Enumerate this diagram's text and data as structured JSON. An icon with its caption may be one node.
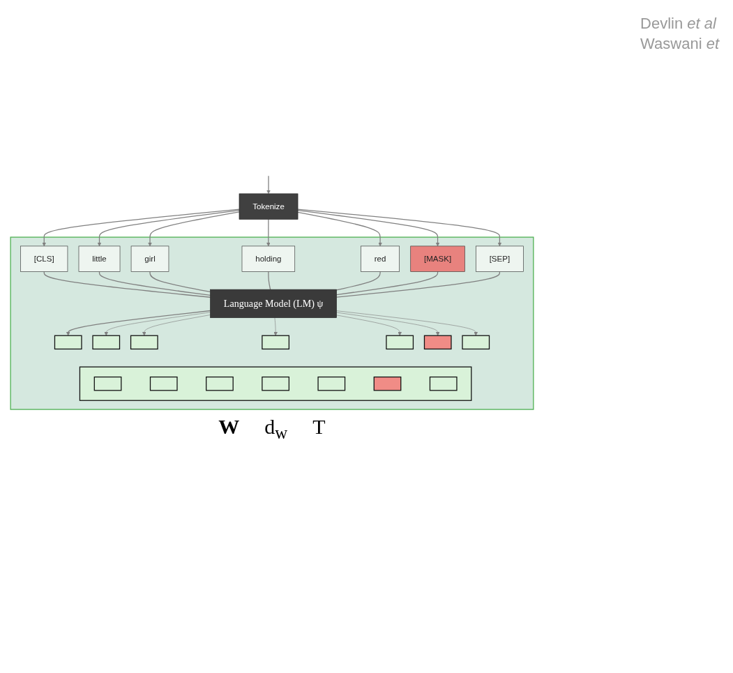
{
  "diagram": {
    "nodes": [
      {
        "text": [
          "Tokenize"
        ]
      },
      {
        "text": [],
        "shape": "box"
      },
      {
        "text": [
          "[CLS]"
        ],
        "in": 1
      },
      {
        "text": [
          "little"
        ],
        "in": 1
      },
      {
        "text": [
          "girl"
        ],
        "in": 1
      },
      {
        "text": [
          "holding"
        ],
        "in": 1
      },
      {
        "text": [
          "red"
        ],
        "in": 1
      },
      {
        "text": [
          "[MASK]"
        ],
        "in": 1
      },
      {
        "text": [
          "[SEP]"
        ],
        "in": 1
      },
      {
        "text": [
          "Language Model (LM) ψ"
        ],
        "in": 1
      },
      {
        "text": [],
        "shape": "box",
        "in": 1
      },
      {
        "text": [],
        "shape": "box",
        "in": 1
      },
      {
        "text": [],
        "shape": "box",
        "in": 1
      },
      {
        "text": [],
        "shape": "box",
        "in": 1
      },
      {
        "text": [],
        "shape": "box",
        "in": 1
      },
      {
        "text": [],
        "shape": "box",
        "in": 1
      },
      {
        "text": [],
        "shape": "box",
        "in": 1
      },
      {
        "text": [],
        "shape": "box",
        "in": 1
      },
      {
        "text": [],
        "shape": "box",
        "in": 17
      },
      {
        "text": [],
        "shape": "box",
        "in": 17
      },
      {
        "text": [],
        "shape": "box",
        "in": 17
      },
      {
        "text": [],
        "shape": "box",
        "in": 17
      },
      {
        "text": [],
        "shape": "box",
        "in": 17
      },
      {
        "text": [],
        "shape": "box",
        "in": 17
      },
      {
        "text": [],
        "shape": "box",
        "in": 17
      }
    ],
    "edges": [
      {
        "from": null,
        "to": 0,
        "arrow": "to"
      },
      {
        "from": 0,
        "to": 2,
        "arrow": "to"
      },
      {
        "from": 0,
        "to": 3,
        "arrow": "to"
      },
      {
        "from": 0,
        "to": 4,
        "arrow": "to"
      },
      {
        "from": 0,
        "to": 5,
        "arrow": "to"
      },
      {
        "from": 0,
        "to": 6,
        "arrow": "to"
      },
      {
        "from": 0,
        "to": 7,
        "arrow": "to"
      },
      {
        "from": 0,
        "to": 8,
        "arrow": "to"
      },
      {
        "from": 2,
        "to": 9,
        "arrow": "none"
      },
      {
        "from": 3,
        "to": 9,
        "arrow": "none"
      },
      {
        "from": 4,
        "to": 9,
        "arrow": "none"
      },
      {
        "from": 5,
        "to": 9,
        "arrow": "none"
      },
      {
        "from": 6,
        "to": 9,
        "arrow": "none"
      },
      {
        "from": 7,
        "to": 9,
        "arrow": "none"
      },
      {
        "from": 8,
        "to": 9,
        "arrow": "none"
      },
      {
        "from": 9,
        "to": 10,
        "arrow": "to"
      },
      {
        "from": 9,
        "to": 11,
        "arrow": "to"
      },
      {
        "from": 9,
        "to": 12,
        "arrow": "to"
      },
      {
        "from": 9,
        "to": 13,
        "arrow": "to"
      },
      {
        "from": 9,
        "to": 14,
        "arrow": "to"
      },
      {
        "from": 9,
        "to": 15,
        "arrow": "to"
      },
      {
        "from": 9,
        "to": 16,
        "arrow": "to"
      }
    ],
    "labels": [
      "Devlin *et al*",
      "Waswani *et*",
      "W",
      "d$_{w}$",
      "T"
    ]
  }
}
